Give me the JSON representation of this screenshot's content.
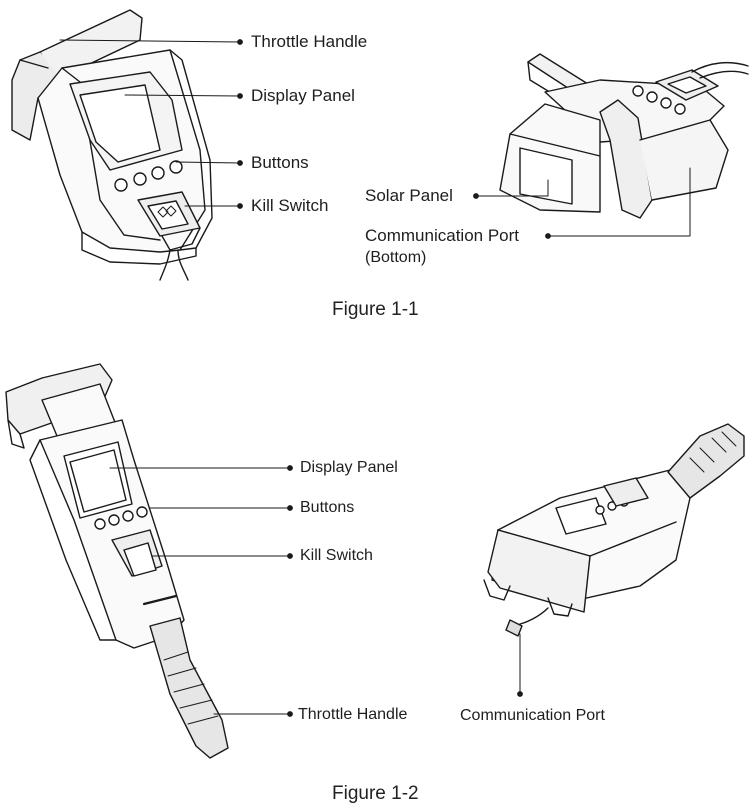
{
  "figure1": {
    "caption": "Figure 1-1",
    "labels": {
      "throttle_handle": "Throttle Handle",
      "display_panel": "Display Panel",
      "buttons": "Buttons",
      "kill_switch": "Kill Switch",
      "solar_panel": "Solar Panel",
      "communication_port": "Communication Port",
      "communication_port_note": "(Bottom)"
    }
  },
  "figure2": {
    "caption": "Figure 1-2",
    "labels": {
      "display_panel": "Display Panel",
      "buttons": "Buttons",
      "kill_switch": "Kill Switch",
      "throttle_handle": "Throttle Handle",
      "communication_port": "Communication Port"
    }
  }
}
